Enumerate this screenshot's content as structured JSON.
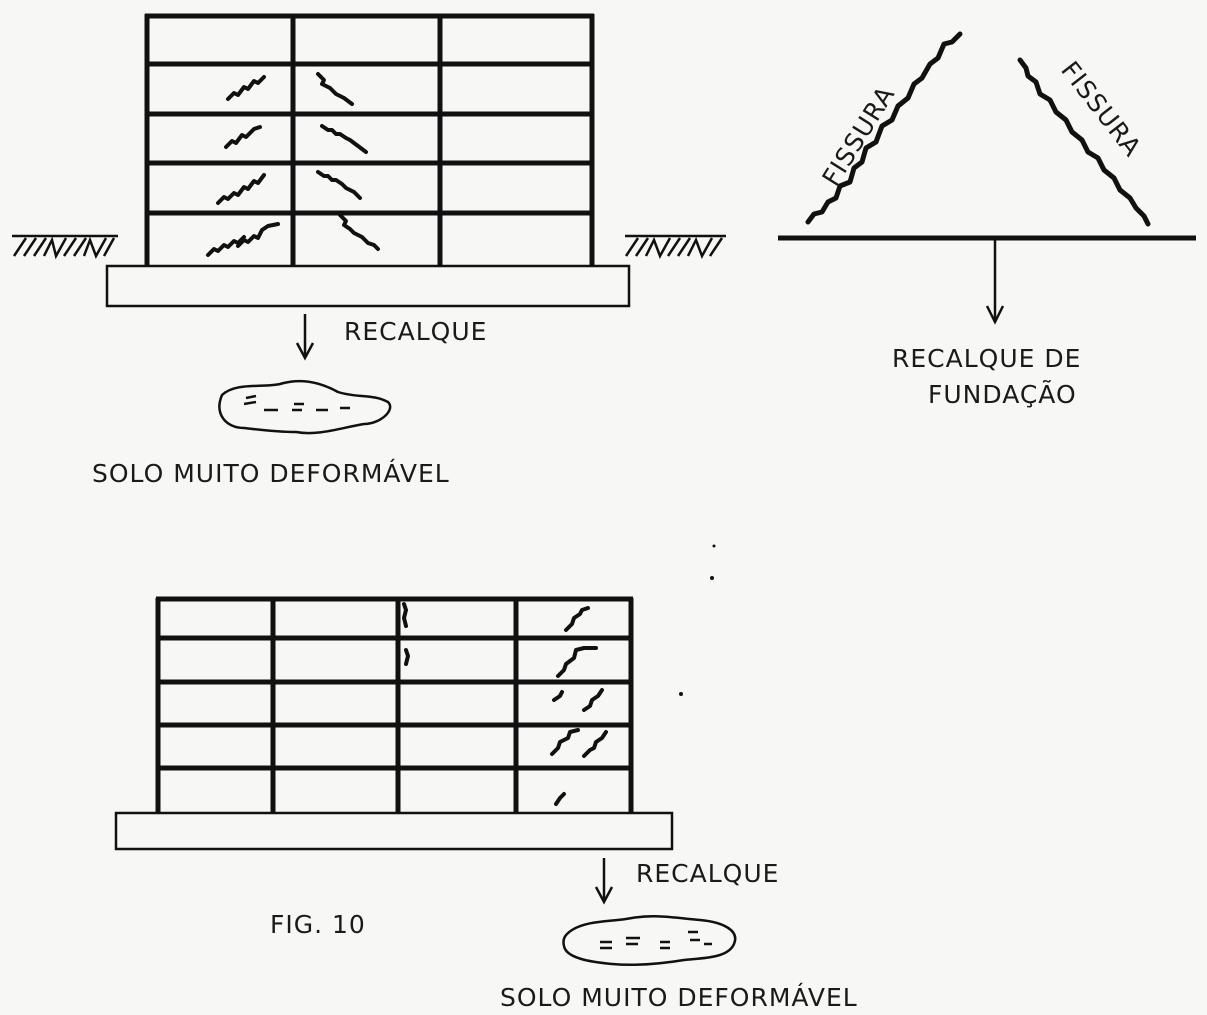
{
  "diagram_top": {
    "settlement_label": "RECALQUE",
    "soil_label": "SOLO MUITO DEFORMÁVEL"
  },
  "diagram_triangle": {
    "crack_left_label": "FISSURA",
    "crack_right_label": "FISSURA",
    "settlement_line1": "RECALQUE DE",
    "settlement_line2": "FUNDAÇÃO"
  },
  "diagram_bottom": {
    "settlement_label": "RECALQUE",
    "soil_label": "SOLO MUITO DEFORMÁVEL",
    "figure_label": "FIG. 10"
  }
}
